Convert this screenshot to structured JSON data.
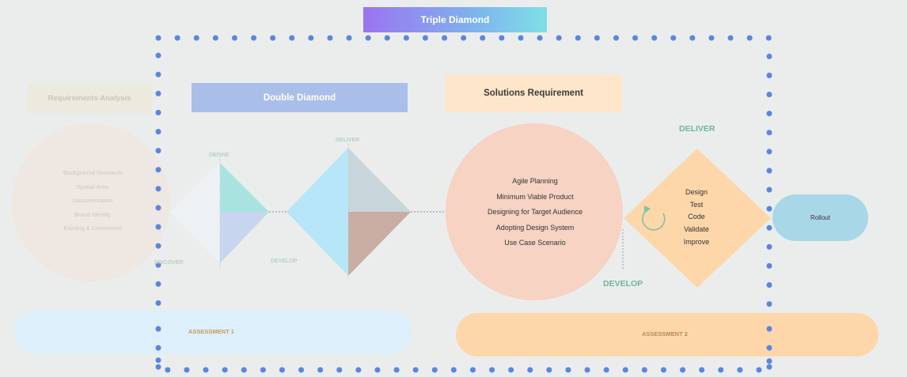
{
  "title": "Triple Diamond",
  "requirements": {
    "title": "Requirements Analysis",
    "items": [
      "Background Research",
      "Spatial Area",
      "Documentation",
      "Brand Identity",
      "Existing & Constraints"
    ]
  },
  "double_diamond": {
    "title": "Double Diamond",
    "labels": {
      "define": "DEFINE",
      "deliver": "DELIVER",
      "discover": "DISCOVER",
      "develop": "DEVELOP"
    }
  },
  "solutions": {
    "title": "Solutions Requirement",
    "items": [
      "Agile Planning",
      "Minimum Viable Product",
      "Designing for Target Audience",
      "Adopting Design System",
      "Use Case Scenario"
    ]
  },
  "deliver_phase": {
    "deliver_label": "DELIVER",
    "develop_label": "DEVELOP",
    "items": [
      "Design",
      "Test",
      "Code",
      "Validate",
      "Improve"
    ]
  },
  "rollout": "Rollout",
  "assessment1": "ASSESSMENT 1",
  "assessment2": "ASSESSMENT 2",
  "colors": {
    "dotted_border": "#5b86e0",
    "gradient_start": "#9b74f0",
    "gradient_end": "#7ee0e6",
    "green_label": "#6db79a",
    "salmon_circle": "#f6d3c2",
    "orange_diamond": "#fdd7a9",
    "rollout": "#a8d8e8"
  }
}
